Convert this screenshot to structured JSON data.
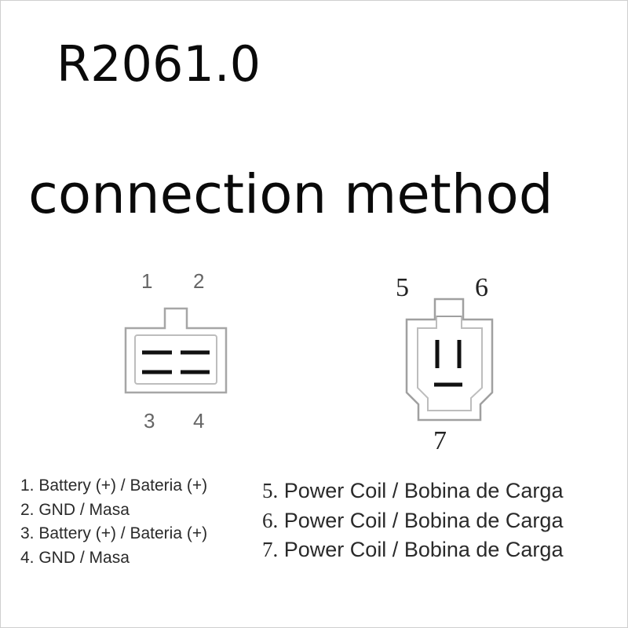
{
  "title": "R2061.0",
  "subtitle": "connection method",
  "connectors": [
    {
      "pins_top": [
        "1",
        "2"
      ],
      "pins_bottom": [
        "3",
        "4"
      ]
    },
    {
      "pins_top": [
        "5",
        "6"
      ],
      "pins_bottom": [
        "7"
      ]
    }
  ],
  "legend_left": [
    "1. Battery (+) / Bateria (+)",
    "2. GND / Masa",
    "3. Battery (+) / Bateria (+)",
    "4. GND / Masa"
  ],
  "legend_right": [
    {
      "num": "5.",
      "text": "Power Coil / Bobina de Carga"
    },
    {
      "num": "6.",
      "text": "Power Coil / Bobina de Carga"
    },
    {
      "num": "7.",
      "text": "Power Coil / Bobina de Carga"
    }
  ],
  "colors": {
    "outline": "#9a9a9a",
    "terminal": "#111111",
    "text": "#111111"
  }
}
